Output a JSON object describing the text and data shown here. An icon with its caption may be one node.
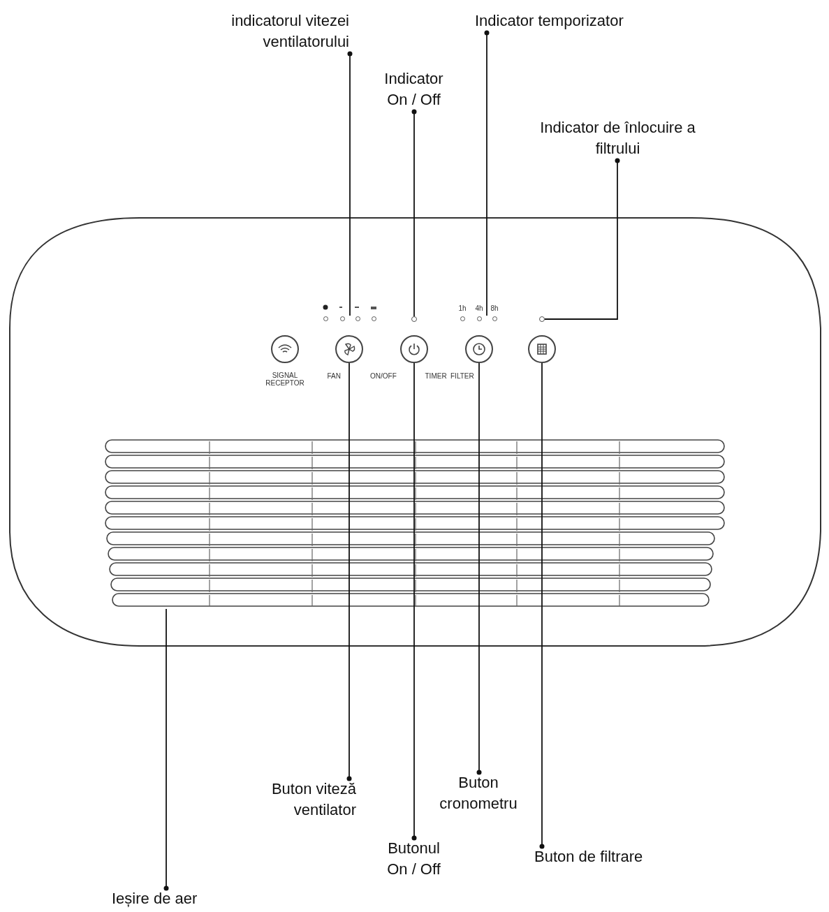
{
  "diagram": {
    "nodes": [
      {
        "text": [
          "indicatorul vitezei ventilatorului"
        ]
      },
      {
        "text": [
          "Indicator temporizator"
        ]
      },
      {
        "text": [
          "Indicator On / Off"
        ]
      },
      {
        "text": [
          "Indicator de înlocuire a filtrului"
        ]
      },
      {
        "text": [],
        "shape": "bar"
      },
      {
        "text": [],
        "shape": "bar"
      },
      {
        "text": [],
        "shape": "circle"
      },
      {
        "text": [],
        "shape": "circle"
      },
      {
        "text": [],
        "shape": "circle"
      },
      {
        "text": [],
        "shape": "circle"
      },
      {
        "text": [],
        "shape": "circle"
      },
      {
        "text": [],
        "shape": "circle"
      },
      {
        "text": [],
        "shape": "box"
      },
      {
        "text": [
          "Buton viteză ventilator"
        ]
      },
      {
        "text": [
          "Buton cronometru"
        ]
      },
      {
        "text": [
          "Butonul On / Off"
        ]
      },
      {
        "text": [
          "Buton de filtrare"
        ]
      },
      {
        "text": [
          "Ieșire de aer"
        ]
      },
      {
        "text": [],
        "shape": "circle"
      }
    ],
    "edges": [
      {
        "from": 0,
        "to": 4,
        "arrow": "other"
      },
      {
        "from": 1,
        "to": 5,
        "arrow": "other"
      },
      {
        "from": 2,
        "to": 6,
        "arrow": "other"
      },
      {
        "from": 3,
        "to": 7,
        "arrow": "other"
      },
      {
        "from": 13,
        "to": 8,
        "arrow": "other"
      },
      {
        "from": 14,
        "to": 10,
        "arrow": "other"
      },
      {
        "from": 15,
        "to": 9,
        "arrow": "other"
      },
      {
        "from": 16,
        "to": 11,
        "arrow": "other"
      },
      {
        "from": 17,
        "to": 12,
        "arrow": "other"
      }
    ],
    "labels": [
      "1h",
      "4h",
      "8h",
      "SIGNAL RECEPTOR",
      "FAN",
      "ON/OFF",
      "TIMER",
      "FILTER"
    ]
  }
}
